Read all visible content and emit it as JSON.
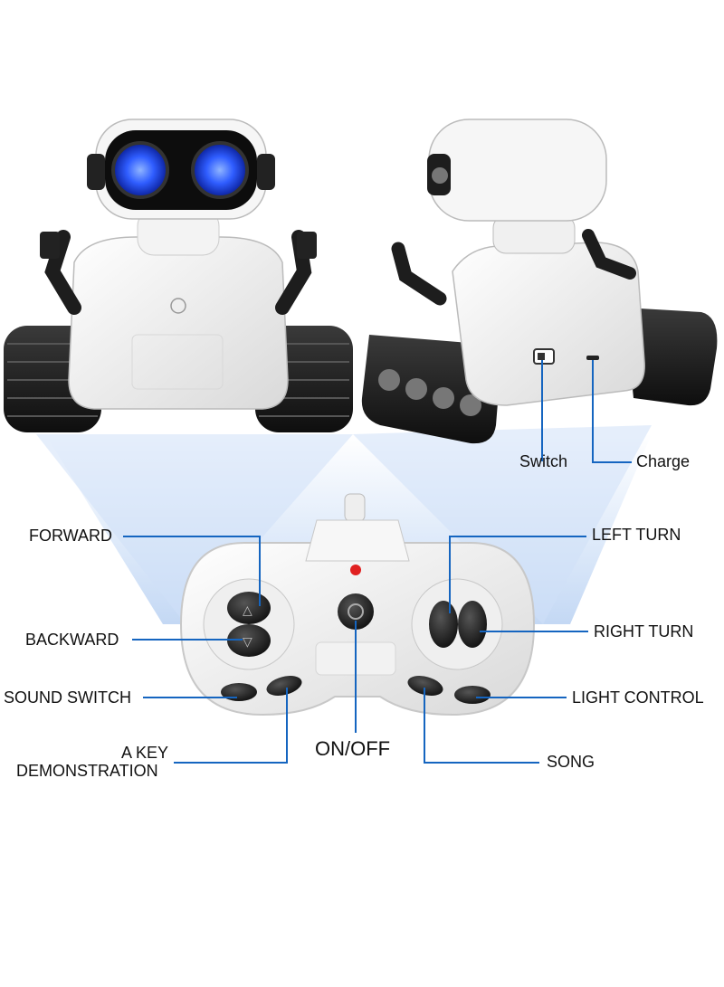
{
  "labels": {
    "switch": "Switch",
    "charge": "Charge",
    "forward": "FORWARD",
    "backward": "BACKWARD",
    "sound_switch": "SOUND SWITCH",
    "a_key_line1": "A KEY",
    "a_key_line2": "DEMONSTRATION",
    "on_off": "ON/OFF",
    "left_turn": "LEFT TURN",
    "right_turn": "RIGHT TURN",
    "light_control": "LIGHT CONTROL",
    "song": "SONG"
  },
  "colors": {
    "callout_line": "#1565c0",
    "eye_glow": "#2f5dff",
    "spotlight": "#cfe0f7",
    "power_led": "#e02020"
  }
}
